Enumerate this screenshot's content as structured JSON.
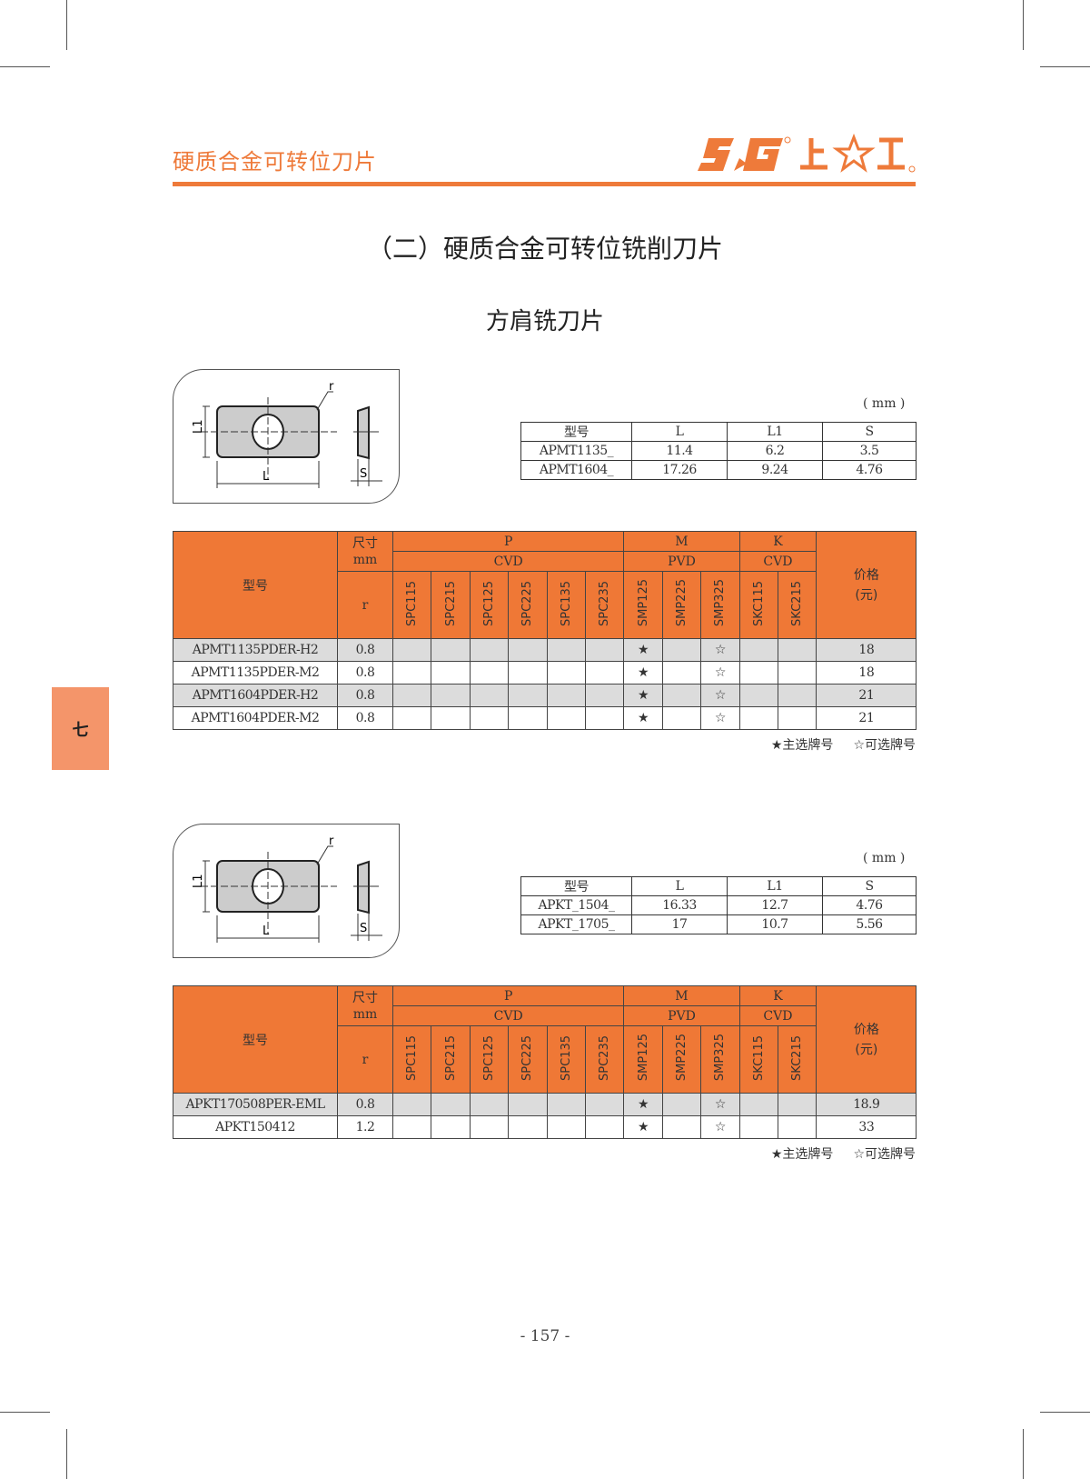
{
  "header": {
    "title": "硬质合金可转位刀片",
    "logo_text": "SG 上☆工",
    "brand_color": "#ee7a3a"
  },
  "section_title": "（二）硬质合金可转位铣削刀片",
  "subsection_title": "方肩铣刀片",
  "side_tab": "七",
  "diagram_labels": {
    "r": "r",
    "L1": "L1",
    "L": "L",
    "S": "S"
  },
  "unit": "( mm )",
  "legend": {
    "main": "★主选牌号",
    "optional": "☆可选牌号"
  },
  "main_header": {
    "model": "型号",
    "size": "尺寸",
    "size_unit": "mm",
    "radius": "r",
    "price": "价格",
    "price_unit": "(元)",
    "groups": [
      {
        "name": "P",
        "coating": "CVD"
      },
      {
        "name": "M",
        "coating": "PVD"
      },
      {
        "name": "K",
        "coating": "CVD"
      }
    ],
    "grades": [
      "SPC115",
      "SPC215",
      "SPC125",
      "SPC225",
      "SPC135",
      "SPC235",
      "SMP125",
      "SMP225",
      "SMP325",
      "SKC115",
      "SKC215"
    ]
  },
  "tables": [
    {
      "dims": {
        "headers": [
          "型号",
          "L",
          "L1",
          "S"
        ],
        "rows": [
          [
            "APMT1135_",
            "11.4",
            "6.2",
            "3.5"
          ],
          [
            "APMT1604_",
            "17.26",
            "9.24",
            "4.76"
          ]
        ]
      },
      "rows": [
        {
          "model": "APMT1135PDER-H2",
          "r": "0.8",
          "marks": [
            "",
            "",
            "",
            "",
            "",
            "",
            "★",
            "",
            "☆",
            "",
            ""
          ],
          "price": "18"
        },
        {
          "model": "APMT1135PDER-M2",
          "r": "0.8",
          "marks": [
            "",
            "",
            "",
            "",
            "",
            "",
            "★",
            "",
            "☆",
            "",
            ""
          ],
          "price": "18"
        },
        {
          "model": "APMT1604PDER-H2",
          "r": "0.8",
          "marks": [
            "",
            "",
            "",
            "",
            "",
            "",
            "★",
            "",
            "☆",
            "",
            ""
          ],
          "price": "21"
        },
        {
          "model": "APMT1604PDER-M2",
          "r": "0.8",
          "marks": [
            "",
            "",
            "",
            "",
            "",
            "",
            "★",
            "",
            "☆",
            "",
            ""
          ],
          "price": "21"
        }
      ]
    },
    {
      "dims": {
        "headers": [
          "型号",
          "L",
          "L1",
          "S"
        ],
        "rows": [
          [
            "APKT_1504_",
            "16.33",
            "12.7",
            "4.76"
          ],
          [
            "APKT_1705_",
            "17",
            "10.7",
            "5.56"
          ]
        ]
      },
      "rows": [
        {
          "model": "APKT170508PER-EML",
          "r": "0.8",
          "marks": [
            "",
            "",
            "",
            "",
            "",
            "",
            "★",
            "",
            "☆",
            "",
            ""
          ],
          "price": "18.9"
        },
        {
          "model": "APKT150412",
          "r": "1.2",
          "marks": [
            "",
            "",
            "",
            "",
            "",
            "",
            "★",
            "",
            "☆",
            "",
            ""
          ],
          "price": "33"
        }
      ]
    }
  ],
  "page_number": "- 157 -"
}
